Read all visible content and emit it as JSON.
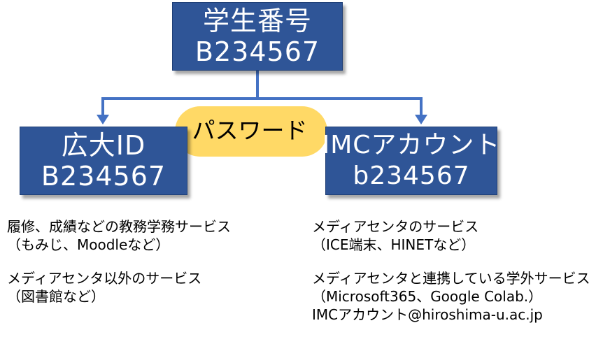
{
  "boxes": {
    "student": {
      "line1": "学生番号",
      "line2": "B234567"
    },
    "hudai": {
      "line1": "広大ID",
      "line2": "B234567"
    },
    "imc": {
      "line1": "IMCアカウント",
      "line2": "b234567"
    }
  },
  "password_label": "パスワード",
  "left_services": {
    "item1_line1": "履修、成績などの教務学務サービス",
    "item1_line2": "（もみじ、Moodleなど）",
    "item2_line1": "メディアセンタ以外のサービス",
    "item2_line2": "（図書館など）"
  },
  "right_services": {
    "item1_line1": "メディアセンタのサービス",
    "item1_line2": "（ICE端末、HINETなど）",
    "item2_line1": "メディアセンタと連携している学外サービス",
    "item2_line2": "（Microsoft365、Google Colab.）",
    "item2_line3": "IMCアカウント@hiroshima-u.ac.jp"
  },
  "colors": {
    "box": "#2f5597",
    "connector": "#4472c4",
    "pill": "#ffd966"
  }
}
